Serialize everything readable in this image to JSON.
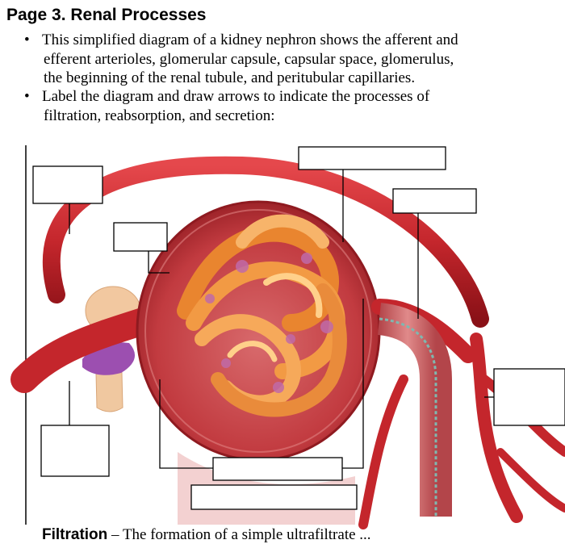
{
  "page": {
    "title": "Page 3. Renal Processes",
    "bullets": [
      {
        "lines": [
          "This simplified diagram of a kidney nephron shows the afferent and",
          "efferent arterioles, glomerular capsule, capsular space, glomerulus,",
          "the beginning of the renal tubule, and peritubular capillaries."
        ]
      },
      {
        "line1_words": [
          "Label",
          "the",
          "diagram",
          "and",
          "draw",
          "arrows",
          "to",
          "indicate",
          "the",
          "processes",
          "of"
        ],
        "line2": "filtration, reabsorption, and secretion:"
      }
    ],
    "footer_bold": "Filtration",
    "footer_rest": " – The formation of a simple ultrafiltrate ..."
  },
  "diagram": {
    "label_boxes": [
      "",
      "",
      "",
      "",
      "",
      "",
      "",
      ""
    ],
    "colors": {
      "artery": "#cf2a30",
      "artery_dark": "#8e1118",
      "capsule": "#b3252d",
      "capsule_inner": "#d45a5c",
      "glomerulus": "#f4a04a",
      "glomerulus_light": "#ffd08a",
      "podocyte": "#c06aa8",
      "tubule": "#d1676b",
      "tubule_lining": "#7fb8b0",
      "macula": "#9c4fb0",
      "jg_cells": "#f2c49a"
    }
  }
}
